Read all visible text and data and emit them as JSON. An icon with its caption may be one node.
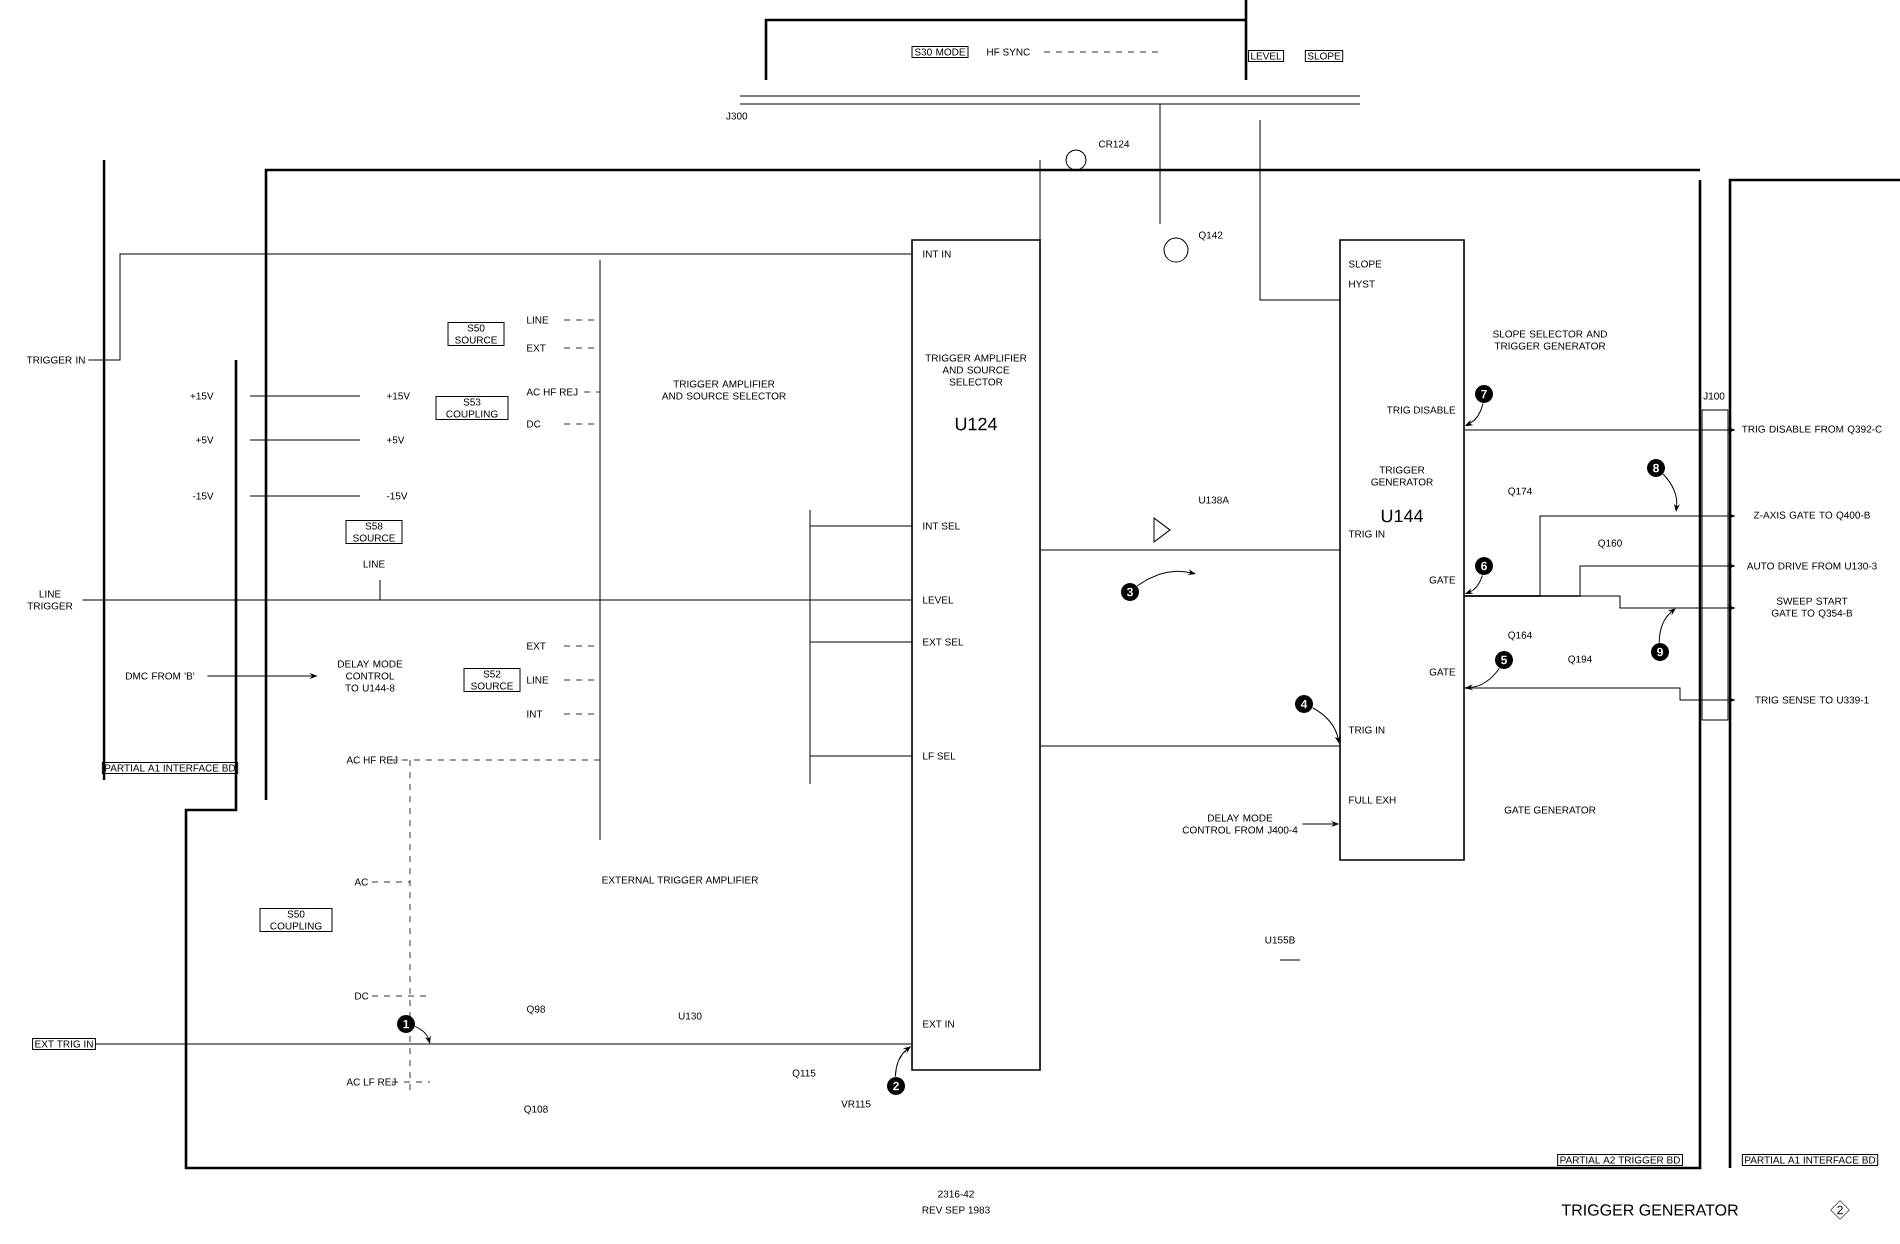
{
  "diagram": {
    "title": "TRIGGER GENERATOR",
    "nodes": [
      {
        "text": [
          "TRIGGER AMPLIFIER AND SOURCE SELECTOR",
          "U124"
        ]
      },
      {
        "text": [
          "TRIGGER GENERATOR",
          "U144"
        ]
      },
      {
        "text": [
          "TRIGGER IN"
        ]
      },
      {
        "text": [
          "LINE TRIGGER"
        ]
      },
      {
        "text": [
          "EXT TRIG IN"
        ]
      },
      {
        "text": [
          "DMC FROM 'B'"
        ]
      },
      {
        "text": [
          "DELAY MODE CONTROL TO U144-8"
        ]
      },
      {
        "text": [
          "TRIG DISABLE FROM Q392-C"
        ]
      },
      {
        "text": [
          "Z-AXIS GATE TO Q400-B"
        ]
      },
      {
        "text": [
          "AUTO DRIVE FROM U130-3"
        ]
      },
      {
        "text": [
          "SWEEP START GATE TO Q354-B"
        ]
      },
      {
        "text": [
          "TRIG SENSE TO U339-1"
        ]
      },
      {
        "text": [
          "DELAY MODE CONTROL FROM J400-4"
        ]
      },
      {
        "text": [
          "1"
        ]
      },
      {
        "text": [
          "2"
        ]
      },
      {
        "text": [
          "3"
        ]
      },
      {
        "text": [
          "4"
        ]
      },
      {
        "text": [
          "5"
        ]
      },
      {
        "text": [
          "6"
        ]
      },
      {
        "text": [
          "7"
        ]
      },
      {
        "text": [
          "8"
        ]
      },
      {
        "text": [
          "9"
        ]
      }
    ],
    "edges": [
      {
        "from": 2,
        "to": 0,
        "arrow": "none"
      },
      {
        "from": 3,
        "to": 0,
        "arrow": "none"
      },
      {
        "from": 4,
        "to": 0,
        "arrow": "none"
      },
      {
        "from": 0,
        "to": 1,
        "arrow": "none"
      },
      {
        "from": 0,
        "to": 1,
        "arrow": "none"
      },
      {
        "from": 5,
        "to": 6,
        "arrow": "to"
      },
      {
        "from": 12,
        "to": 1,
        "arrow": "to"
      },
      {
        "from": 1,
        "to": 7,
        "arrow": "to"
      },
      {
        "from": 1,
        "to": 8,
        "arrow": "to"
      },
      {
        "from": 1,
        "to": 9,
        "arrow": "to"
      },
      {
        "from": 1,
        "to": 10,
        "arrow": "to"
      },
      {
        "from": 1,
        "to": 11,
        "arrow": "to"
      },
      {
        "from": 13,
        "to": null,
        "arrow": "to"
      },
      {
        "from": 14,
        "to": 0,
        "arrow": "to"
      },
      {
        "from": 15,
        "to": null,
        "arrow": "to"
      },
      {
        "from": 16,
        "to": 1,
        "arrow": "to"
      },
      {
        "from": 17,
        "to": 1,
        "arrow": "to"
      },
      {
        "from": 18,
        "to": 1,
        "arrow": "to"
      },
      {
        "from": 19,
        "to": 1,
        "arrow": "to"
      },
      {
        "from": 20,
        "to": null,
        "arrow": "to"
      },
      {
        "from": 21,
        "to": null,
        "arrow": "to"
      }
    ],
    "labels": [
      "PARTIAL A1 INTERFACE BD",
      "+15V",
      "+5V",
      "-15V",
      "+15V",
      "+5V",
      "-15V",
      "S58 SOURCE",
      "LINE",
      "S50 SOURCE",
      "LINE",
      "EXT",
      "S53 COUPLING",
      "AC HF REJ",
      "DC",
      "S52 SOURCE",
      "EXT",
      "LINE",
      "INT",
      "AC HF REJ",
      "AC",
      "S50 COUPLING",
      "DC",
      "AC LF REJ",
      "EXTERNAL TRIGGER AMPLIFIER",
      "TRIGGER AMPLIFIER AND SOURCE SELECTOR",
      "INT IN",
      "INT SEL",
      "LEVEL",
      "EXT SEL",
      "LF SEL",
      "EXT IN",
      "S30 MODE",
      "HF SYNC",
      "J300",
      "LEVEL",
      "SLOPE",
      "SLOPE",
      "HYST",
      "TRIG IN",
      "TRIG IN",
      "FULL EXH",
      "TRIG DISABLE",
      "GATE",
      "GATE",
      "SLOPE SELECTOR AND TRIGGER GENERATOR",
      "GATE GENERATOR",
      "Q142",
      "U138A",
      "CR124",
      "Q174",
      "Q164",
      "Q160",
      "Q194",
      "U130",
      "Q115",
      "VR115",
      "Q98",
      "Q108",
      "U155B",
      "J100",
      "PARTIAL A2 TRIGGER BD",
      "PARTIAL A1 INTERFACE BD",
      "2316-42",
      "REV SEP 1983",
      "2"
    ]
  }
}
